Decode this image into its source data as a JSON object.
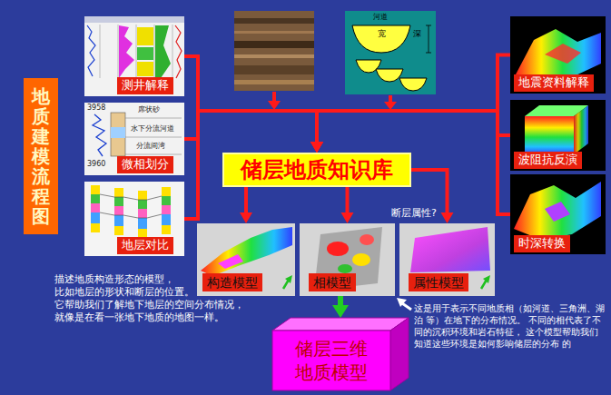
{
  "diagram": {
    "title": "地质建模流程图",
    "nodes": [
      {
        "text": [
          "测井解释"
        ]
      },
      {
        "text": [
          "微相划分"
        ]
      },
      {
        "text": [
          "地层对比"
        ]
      },
      {
        "text": [
          "地震资料解释"
        ]
      },
      {
        "text": [
          "波阻抗反演"
        ]
      },
      {
        "text": [
          "时深转换"
        ]
      },
      {
        "text": [
          "储层地质知识库"
        ]
      },
      {
        "text": [
          "构造模型"
        ]
      },
      {
        "text": [
          "相模型"
        ]
      },
      {
        "text": [
          "属性模型"
        ]
      },
      {
        "text": [
          "储层三维 地质模型"
        ]
      }
    ],
    "edges": [
      {
        "from": 0,
        "to": 6,
        "arrow": "to"
      },
      {
        "from": 1,
        "to": 6,
        "arrow": "to"
      },
      {
        "from": 2,
        "to": 6,
        "arrow": "to"
      },
      {
        "from": 3,
        "to": 6,
        "arrow": "to"
      },
      {
        "from": 4,
        "to": 6,
        "arrow": "to"
      },
      {
        "from": 5,
        "to": 6,
        "arrow": "to"
      },
      {
        "from": 6,
        "to": 7,
        "arrow": "to"
      },
      {
        "from": 6,
        "to": 8,
        "arrow": "to"
      },
      {
        "from": 6,
        "to": 9,
        "arrow": "to"
      },
      {
        "from": 8,
        "to": 10,
        "arrow": "to"
      }
    ],
    "labels": [
      "3958",
      "席状砂",
      "水下分流河道",
      "分流间湾",
      "3960",
      "河道",
      "宽",
      "深",
      "断层属性?",
      "描述地质构造形态的模型， 比如地层的形状和断层的位置。 它帮助我们了解地下地层的空间分布情况， 就像是在看一张地下地质的地图一样。",
      "这是用于表示不同地质相（如河道、三角洲、湖泊 等）在地下的分布情况。 不同的相代表了不同的沉积环境和岩石特征， 这个模型帮助我们知道这些环境是如何影响储层的分布 的"
    ]
  }
}
